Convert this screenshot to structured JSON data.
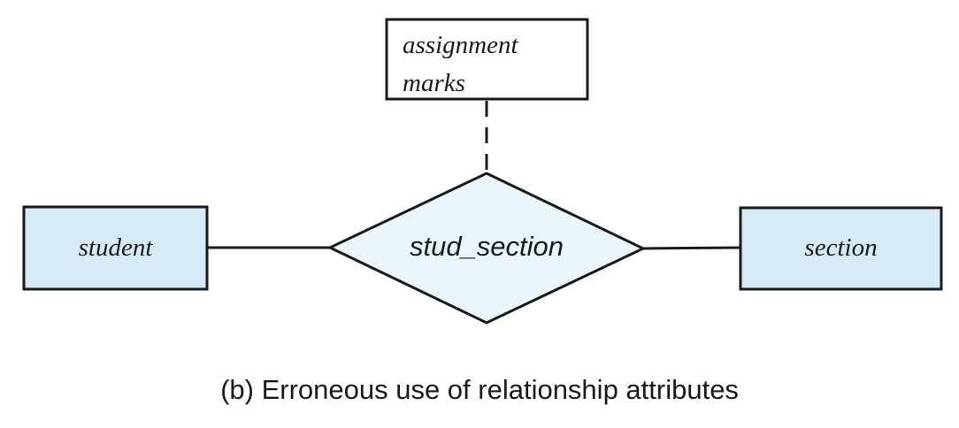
{
  "attribute_box": {
    "lines": [
      "assignment",
      "marks"
    ]
  },
  "entities": {
    "left": "student",
    "right": "section"
  },
  "relationship": {
    "name": "stud_section"
  },
  "caption": "(b) Erroneous use of relationship attributes",
  "colors": {
    "entity_fill": "#d6ebf7",
    "relationship_fill": "#eaf5fc",
    "stroke": "#1a1a1a"
  }
}
